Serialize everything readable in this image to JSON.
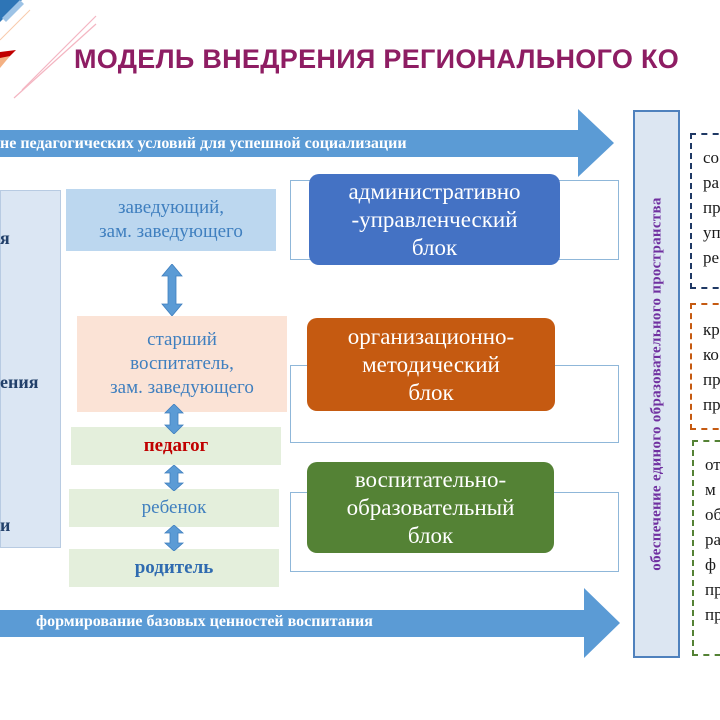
{
  "title": "МОДЕЛЬ ВНЕДРЕНИЯ РЕГИОНАЛЬНОГО КО",
  "arrows": {
    "top": "не педагогических условий для успешной социализации",
    "bottom": "формирование базовых ценностей воспитания"
  },
  "left_panel": [
    "я",
    "ения",
    "и"
  ],
  "roles": {
    "head": [
      "заведующий,",
      "зам. заведующего"
    ],
    "senior": [
      "старший",
      "воспитатель,",
      "зам. заведующего"
    ],
    "teacher": "педагог",
    "child": "ребенок",
    "parent": "родитель"
  },
  "blocks": {
    "admin": [
      "административно",
      "-управленческий",
      "блок"
    ],
    "method": [
      "организационно-",
      "методический",
      "блок"
    ],
    "edu": [
      "воспитательно-",
      "образовательный",
      "блок"
    ]
  },
  "vertical_bar": "обеспечение единого образовательного пространства",
  "right_boxes": {
    "r1": [
      "со",
      "ра",
      "пр",
      "уп",
      "ре"
    ],
    "r2": [
      "кр",
      "ко",
      "пр",
      "пр"
    ],
    "r3": [
      "от",
      "м",
      "об",
      "ра",
      "ф",
      "пр",
      "пр"
    ]
  },
  "colors": {
    "title": "#8e1d63",
    "arrow": "#5b9bd5",
    "admin_block": "#4472c4",
    "method_block": "#c55a11",
    "edu_block": "#548235",
    "teacher_text": "#c00000"
  }
}
